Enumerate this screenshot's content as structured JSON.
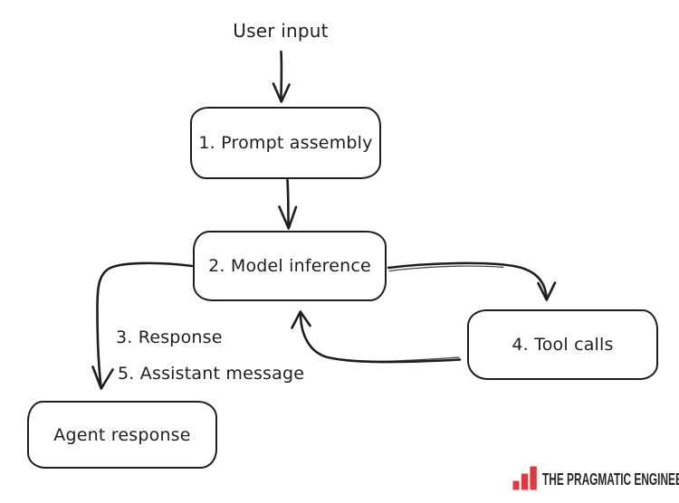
{
  "diagram": {
    "background_color": "#ffffff",
    "ink_color": "#1e1e1e",
    "nodes": {
      "user_input": {
        "label": "User input",
        "shape": "text"
      },
      "prompt_assembly": {
        "label": "1. Prompt assembly",
        "shape": "rounded-box"
      },
      "model_inference": {
        "label": "2. Model inference",
        "shape": "rounded-box"
      },
      "tool_calls": {
        "label": "4. Tool calls",
        "shape": "rounded-box"
      },
      "agent_response": {
        "label": "Agent response",
        "shape": "rounded-box"
      }
    },
    "edge_labels": {
      "response": {
        "label": "3. Response"
      },
      "assistant_message": {
        "label": "5. Assistant message"
      }
    },
    "edges": [
      {
        "from": "user_input",
        "to": "prompt_assembly",
        "style": "straight-down-arrow"
      },
      {
        "from": "prompt_assembly",
        "to": "model_inference",
        "style": "straight-down-arrow"
      },
      {
        "from": "model_inference",
        "to": "tool_calls",
        "style": "curved-right-down-arrow"
      },
      {
        "from": "tool_calls",
        "to": "model_inference",
        "style": "curved-left-up-arrow"
      },
      {
        "from": "model_inference",
        "to": "agent_response",
        "style": "curved-left-down-arrow",
        "labels": [
          "3. Response",
          "5. Assistant message"
        ]
      }
    ]
  },
  "branding": {
    "logo_text": "THE PRAGMATIC ENGINEER",
    "logo_bar_color": "#e03a40",
    "logo_text_color": "#27272a",
    "logo_icon": "bar-chart-icon"
  }
}
